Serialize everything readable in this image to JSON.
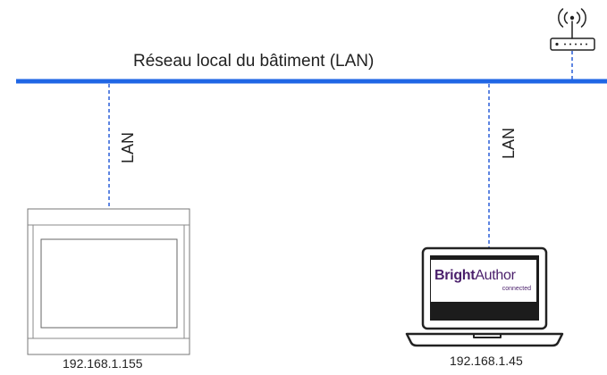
{
  "network": {
    "title": "Réseau local du bâtiment (LAN)",
    "link_label_left": "LAN",
    "link_label_right": "LAN"
  },
  "devices": {
    "panel": {
      "ip": "192.168.1.155"
    },
    "laptop": {
      "ip": "192.168.1.45",
      "screen_logo": {
        "bold": "Bright",
        "regular": "Author",
        "sub": "connected"
      }
    }
  },
  "colors": {
    "lan_line": "#1f66e5",
    "dashed_link": "#2a5ed9",
    "outline": "#222222",
    "logo": "#4a1f6b"
  },
  "icons": [
    "wireless-router-icon",
    "touch-panel-icon",
    "laptop-icon"
  ]
}
